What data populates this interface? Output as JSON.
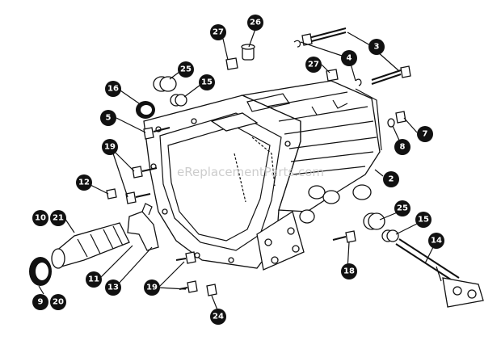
{
  "watermark": "eReplacementParts.com",
  "callouts": [
    {
      "id": "c27a",
      "text": "27"
    },
    {
      "id": "c26",
      "text": "26"
    },
    {
      "id": "c3",
      "text": "3"
    },
    {
      "id": "c4",
      "text": "4"
    },
    {
      "id": "c27b",
      "text": "27"
    },
    {
      "id": "c25a",
      "text": "25"
    },
    {
      "id": "c16",
      "text": "16"
    },
    {
      "id": "c15a",
      "text": "15"
    },
    {
      "id": "c5",
      "text": "5"
    },
    {
      "id": "c7",
      "text": "7"
    },
    {
      "id": "c8",
      "text": "8"
    },
    {
      "id": "c19a",
      "text": "19"
    },
    {
      "id": "c2",
      "text": "2"
    },
    {
      "id": "c12",
      "text": "12"
    },
    {
      "id": "c10",
      "text": "10"
    },
    {
      "id": "c21",
      "text": "21"
    },
    {
      "id": "c25b",
      "text": "25"
    },
    {
      "id": "c15b",
      "text": "15"
    },
    {
      "id": "c14",
      "text": "14"
    },
    {
      "id": "c11",
      "text": "11"
    },
    {
      "id": "c18",
      "text": "18"
    },
    {
      "id": "c13",
      "text": "13"
    },
    {
      "id": "c19b",
      "text": "19"
    },
    {
      "id": "c9",
      "text": "9"
    },
    {
      "id": "c20",
      "text": "20"
    },
    {
      "id": "c24",
      "text": "24"
    }
  ]
}
